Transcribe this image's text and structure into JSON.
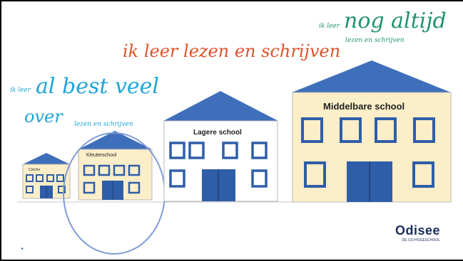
{
  "slide": {
    "phrases": {
      "top_right_prefix": "ik leer",
      "top_right_main": "nog altijd",
      "top_right_sub": "lezen en schrijven",
      "center_main": "ik leer lezen en schrijven",
      "left_prefix": "ik leer",
      "left_main": "al best veel",
      "left_over": "over",
      "left_sub": "lezen en schrijven"
    },
    "buildings": {
      "creche": "Crèche",
      "kleuterschool": "Kleuterschool",
      "lagere_school": "Lagere school",
      "middelbare_school": "Middelbare school"
    },
    "logo": {
      "name": "Odisee",
      "subtitle": "DE CO-HOGESCHOOL"
    },
    "colors": {
      "wall": "#fbeec8",
      "wall_white": "#ffffff",
      "roof": "#3f6fba",
      "window_stroke": "#2f5ea8",
      "door": "#2f5ea8",
      "text_orange": "#e0522a",
      "text_cyan": "#1fa6d9",
      "text_green": "#22946e",
      "circle": "#7f9bd6"
    }
  }
}
